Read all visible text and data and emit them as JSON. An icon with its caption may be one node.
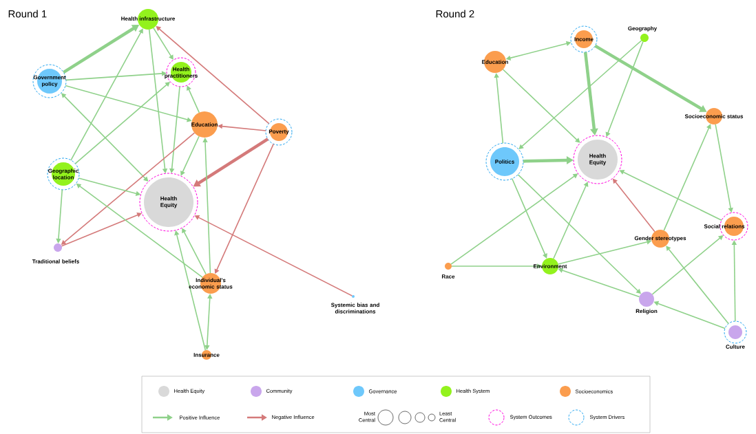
{
  "diagram": {
    "nodes": [
      {
        "text": [
          "Health infrastructure"
        ]
      },
      {
        "text": [
          "Government policy"
        ]
      },
      {
        "text": [
          "Health practitioners"
        ]
      },
      {
        "text": [
          "Education"
        ]
      },
      {
        "text": [
          "Poverty"
        ]
      },
      {
        "text": [
          "Geographic location"
        ]
      },
      {
        "text": [
          "Health Equity"
        ]
      },
      {
        "text": [
          "Traditional beliefs"
        ]
      },
      {
        "text": [
          "Individual's economic status"
        ]
      },
      {
        "text": [
          "Systemic bias and discriminations"
        ]
      },
      {
        "text": [
          "Insurance"
        ]
      },
      {
        "text": [
          "Income"
        ]
      },
      {
        "text": [
          "Geography"
        ]
      },
      {
        "text": [
          "Education"
        ]
      },
      {
        "text": [
          "Socioeconomic status"
        ]
      },
      {
        "text": [
          "Politics"
        ]
      },
      {
        "text": [
          "Health Equity"
        ]
      },
      {
        "text": [
          "Social relations"
        ]
      },
      {
        "text": [
          "Gender stereotypes"
        ]
      },
      {
        "text": [
          "Race"
        ]
      },
      {
        "text": [
          "Environment"
        ]
      },
      {
        "text": [
          "Religion"
        ]
      },
      {
        "text": [
          "Culture"
        ]
      }
    ],
    "edges": [
      {
        "from": 1,
        "to": 0,
        "arrow": "to",
        "style": "thick"
      },
      {
        "from": 5,
        "to": 0,
        "arrow": "to"
      },
      {
        "from": 0,
        "to": 6,
        "arrow": "to"
      },
      {
        "from": 0,
        "to": 2,
        "arrow": "to"
      },
      {
        "from": 4,
        "to": 0,
        "arrow": "to",
        "color": "#d47a7a"
      },
      {
        "from": 1,
        "to": 2,
        "arrow": "to"
      },
      {
        "from": 1,
        "to": 3,
        "arrow": "to"
      },
      {
        "from": 1,
        "to": 6,
        "arrow": "both"
      },
      {
        "from": 5,
        "to": 2,
        "arrow": "to"
      },
      {
        "from": 2,
        "to": 6,
        "arrow": "to"
      },
      {
        "from": 3,
        "to": 2,
        "arrow": "to"
      },
      {
        "from": 4,
        "to": 3,
        "arrow": "to",
        "color": "#d47a7a"
      },
      {
        "from": 3,
        "to": 6,
        "arrow": "to"
      },
      {
        "from": 3,
        "to": 7,
        "arrow": "to",
        "color": "#d47a7a"
      },
      {
        "from": 4,
        "to": 6,
        "arrow": "to",
        "style": "thick",
        "color": "#d47a7a"
      },
      {
        "from": 4,
        "to": 8,
        "arrow": "to",
        "color": "#d47a7a"
      },
      {
        "from": 5,
        "to": 6,
        "arrow": "to"
      },
      {
        "from": 5,
        "to": 7,
        "arrow": "to"
      },
      {
        "from": 7,
        "to": 6,
        "arrow": "to",
        "color": "#d47a7a"
      },
      {
        "from": 8,
        "to": 5,
        "arrow": "to"
      },
      {
        "from": 8,
        "to": 6,
        "arrow": "to"
      },
      {
        "from": 8,
        "to": 3,
        "arrow": "to"
      },
      {
        "from": 10,
        "to": 6,
        "arrow": "to"
      },
      {
        "from": 10,
        "to": 8,
        "arrow": "both"
      },
      {
        "from": 9,
        "to": 6,
        "arrow": "to",
        "color": "#d47a7a"
      },
      {
        "from": 11,
        "to": 13,
        "arrow": "both"
      },
      {
        "from": 11,
        "to": 16,
        "arrow": "to",
        "style": "thick"
      },
      {
        "from": 11,
        "to": 14,
        "arrow": "to",
        "style": "thick"
      },
      {
        "from": 12,
        "to": 15,
        "arrow": "to"
      },
      {
        "from": 12,
        "to": 16,
        "arrow": "to"
      },
      {
        "from": 13,
        "to": 16,
        "arrow": "to"
      },
      {
        "from": 15,
        "to": 13,
        "arrow": "to"
      },
      {
        "from": 15,
        "to": 16,
        "arrow": "to",
        "style": "thick"
      },
      {
        "from": 15,
        "to": 20,
        "arrow": "to"
      },
      {
        "from": 15,
        "to": 21,
        "arrow": "to"
      },
      {
        "from": 19,
        "to": 16,
        "arrow": "to"
      },
      {
        "from": 19,
        "to": 20,
        "arrow": "to"
      },
      {
        "from": 20,
        "to": 16,
        "arrow": "to"
      },
      {
        "from": 20,
        "to": 18,
        "arrow": "to"
      },
      {
        "from": 18,
        "to": 16,
        "arrow": "to",
        "color": "#d47a7a"
      },
      {
        "from": 18,
        "to": 14,
        "arrow": "to"
      },
      {
        "from": 14,
        "to": 17,
        "arrow": "to"
      },
      {
        "from": 17,
        "to": 16,
        "arrow": "to"
      },
      {
        "from": 21,
        "to": 17,
        "arrow": "to"
      },
      {
        "from": 21,
        "to": 20,
        "arrow": "to"
      },
      {
        "from": 22,
        "to": 21,
        "arrow": "to"
      },
      {
        "from": 22,
        "to": 18,
        "arrow": "to"
      },
      {
        "from": 22,
        "to": 17,
        "arrow": "to"
      }
    ],
    "labels": [
      "Round 1",
      "Round 2",
      "Most Central",
      "Least Central"
    ],
    "legend": [
      {
        "text": "Health Equity",
        "color": "#d9d9d9"
      },
      {
        "text": "Community",
        "color": "#c9a6ec"
      },
      {
        "text": "Governance",
        "color": "#6ec8fb"
      },
      {
        "text": "Health System",
        "color": "#93f21d"
      },
      {
        "text": "Socioeconomics",
        "color": "#fb9d4e"
      },
      {
        "text": "Positive Influence"
      },
      {
        "text": "Negative Influence"
      },
      {
        "text": "System Outcomes"
      },
      {
        "text": "System Drivers"
      }
    ]
  }
}
